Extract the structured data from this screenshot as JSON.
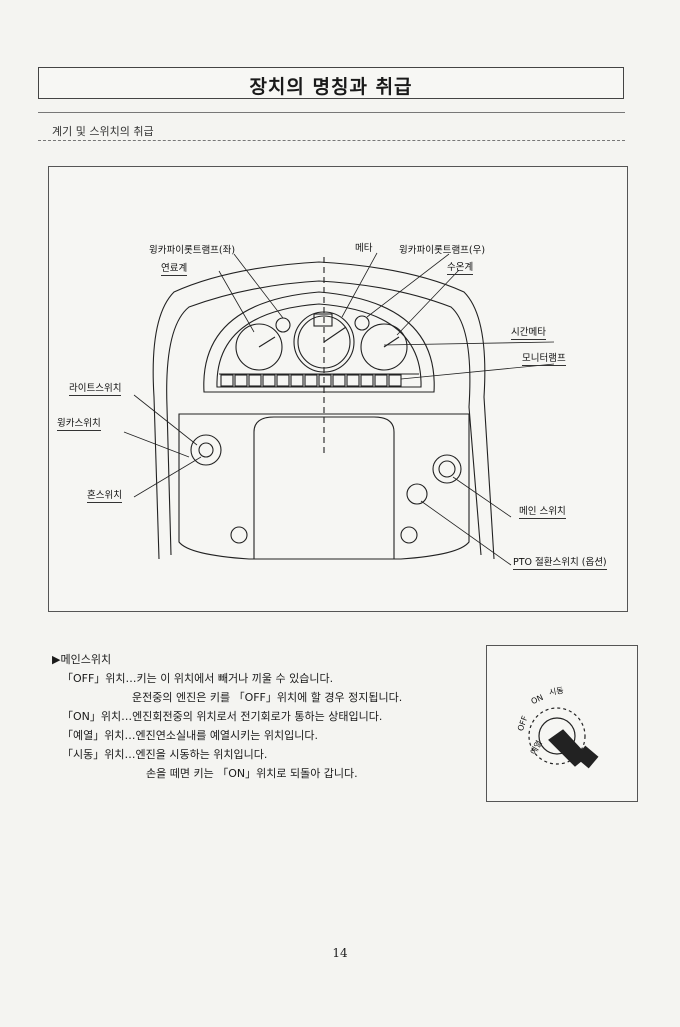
{
  "page": {
    "title": "장치의 명칭과 취급",
    "section": "계기 및 스위치의 취급",
    "page_number": "14"
  },
  "figure": {
    "labels": {
      "winker_left": "윙카파이롯트램프(좌)",
      "fuel": "연료계",
      "meter": "메타",
      "winker_right": "윙카파이롯트램프(우)",
      "water_temp": "수온계",
      "hour_meter": "시간메타",
      "monitor_lamp": "모니터램프",
      "light_switch": "라이트스위치",
      "winker_switch": "윙카스위치",
      "horn_switch": "혼스위치",
      "main_switch": "메인 스위치",
      "pto_switch": "PTO 절환스위치 (옵션)"
    },
    "key_positions": [
      "예열",
      "OFF",
      "ON",
      "시동"
    ]
  },
  "main_switch": {
    "heading": "▶메인스위치",
    "lines": [
      "「OFF」위치…키는 이 위치에서 빼거나 끼울 수 있습니다.",
      "운전중의 엔진은 키를 「OFF」위치에 할 경우 정지됩니다.",
      "「ON」위치…엔진회전중의 위치로서 전기회로가 통하는 상태입니다.",
      "「예열」위치…엔진연소실내를 예열시키는 위치입니다.",
      "「시동」위치…엔진을 시동하는 위치입니다.",
      "손을 떼면 키는 「ON」위치로 되돌아 갑니다."
    ]
  },
  "inset": {
    "labels": {
      "on": "ON",
      "start": "시동",
      "off": "OFF",
      "preheat": "예열"
    }
  }
}
